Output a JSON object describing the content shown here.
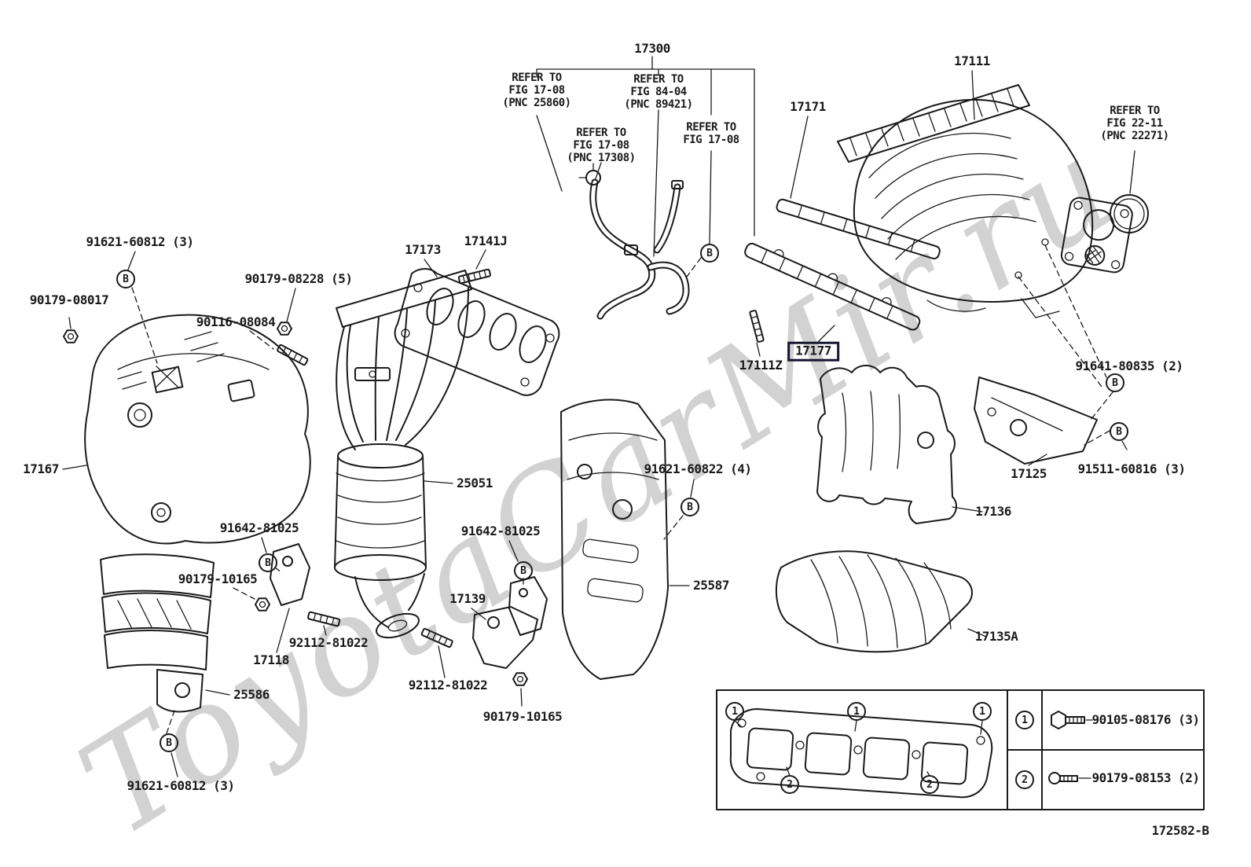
{
  "watermark": "ToyotaCarMir.ru",
  "drawing_number": "172582-B",
  "markers": {
    "b": "B",
    "n1": "1",
    "n2": "2"
  },
  "parts": {
    "p17300": "17300",
    "p17171": "17171",
    "p17111": "17111",
    "p17173": "17173",
    "p17141j": "17141J",
    "p17167": "17167",
    "p25051": "25051",
    "p17118": "17118",
    "p25586": "25586",
    "p17139": "17139",
    "p25587": "25587",
    "p17136": "17136",
    "p17125": "17125",
    "p17135a": "17135A",
    "p17111z": "17111Z",
    "p17177": "17177",
    "n91621_60812_top": "91621-60812 (3)",
    "n91621_60812_bottom": "91621-60812 (3)",
    "n90179_08228": "90179-08228 (5)",
    "n90179_08017": "90179-08017",
    "n90116_08084": "90116-08084",
    "n91642_81025_left": "91642-81025",
    "n91642_81025_right": "91642-81025",
    "n90179_10165_left": "90179-10165",
    "n90179_10165_bottom": "90179-10165",
    "n92112_81022_upper": "92112-81022",
    "n92112_81022_lower": "92112-81022",
    "n91621_60822": "91621-60822 (4)",
    "n91641_80835": "91641-80835 (2)",
    "n91511_60816": "91511-60816 (3)"
  },
  "refer_notes": [
    {
      "l1": "REFER TO",
      "l2": "FIG 17-08",
      "l3": "(PNC 25860)"
    },
    {
      "l1": "REFER TO",
      "l2": "FIG 84-04",
      "l3": "(PNC 89421)"
    },
    {
      "l1": "REFER TO",
      "l2": "FIG 17-08",
      "l3": "(PNC 17308)"
    },
    {
      "l1": "REFER TO",
      "l2": "FIG 17-08"
    },
    {
      "l1": "REFER TO",
      "l2": "FIG 22-11",
      "l3": "(PNC 22271)"
    }
  ],
  "legend": {
    "rows": [
      {
        "num": "1",
        "part": "90105-08176 (3)"
      },
      {
        "num": "2",
        "part": "90179-08153 (2)"
      }
    ]
  }
}
